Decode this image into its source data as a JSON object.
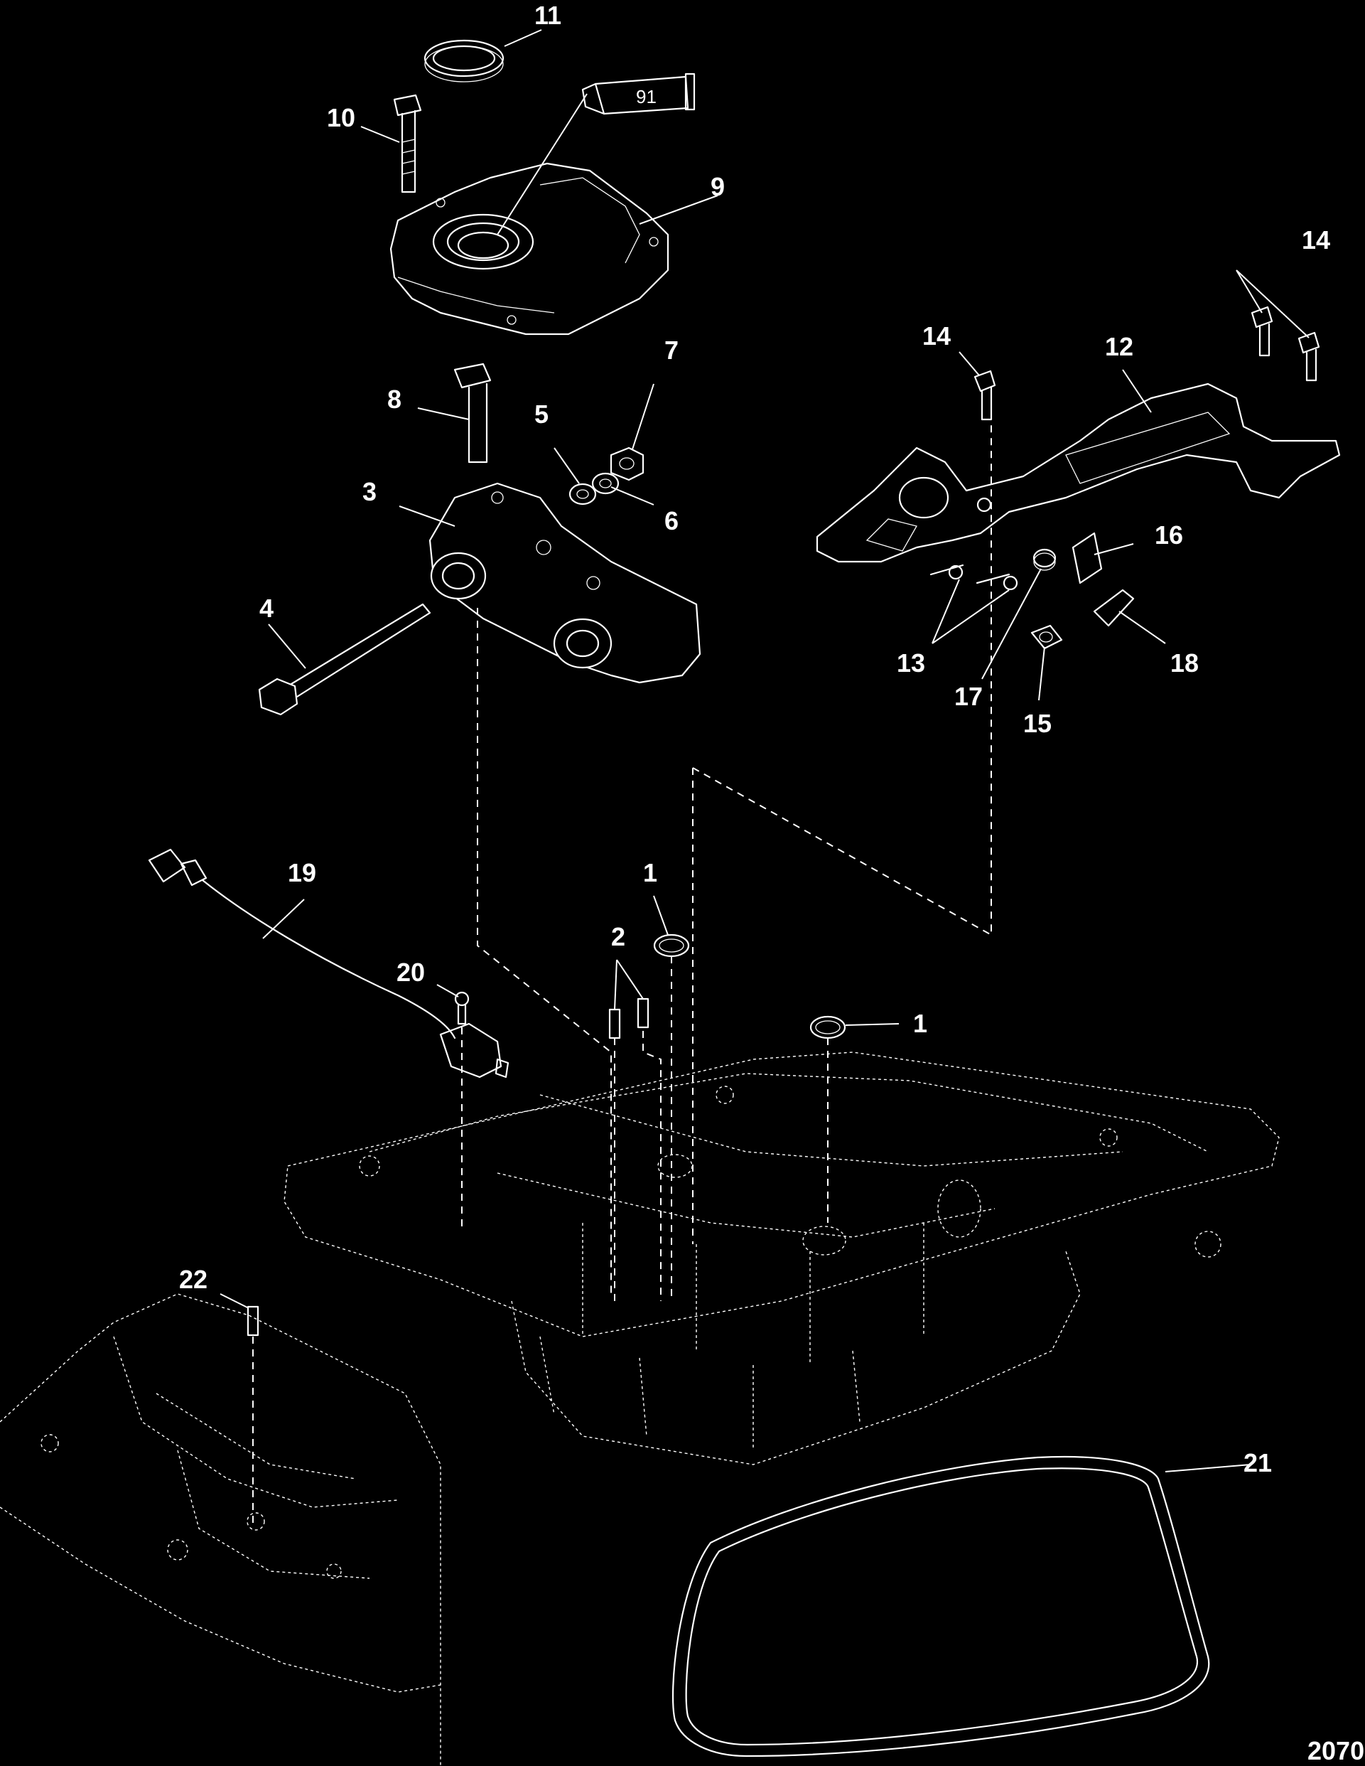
{
  "figure_id": "2070",
  "sealant_tube_label": "91",
  "callouts": {
    "c1a": "1",
    "c1b": "1",
    "c2": "2",
    "c3": "3",
    "c4": "4",
    "c5": "5",
    "c6": "6",
    "c7": "7",
    "c8": "8",
    "c9": "9",
    "c10": "10",
    "c11": "11",
    "c12": "12",
    "c13": "13",
    "c14a": "14",
    "c14b": "14",
    "c15": "15",
    "c16": "16",
    "c17": "17",
    "c18": "18",
    "c19": "19",
    "c20": "20",
    "c21": "21",
    "c22": "22"
  },
  "colors": {
    "background": "#000000",
    "line": "#ffffff"
  }
}
